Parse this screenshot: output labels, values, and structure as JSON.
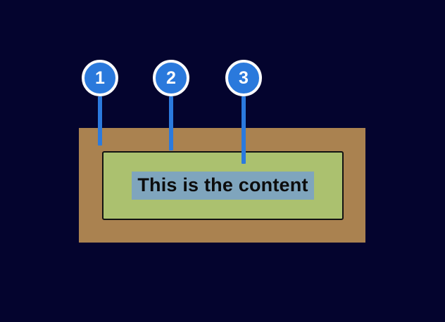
{
  "diagram": {
    "description": "Box model callout diagram",
    "content": {
      "text": "This is the content"
    },
    "callouts": [
      {
        "number": "1",
        "target": "margin-area"
      },
      {
        "number": "2",
        "target": "box-border"
      },
      {
        "number": "3",
        "target": "padding-area"
      }
    ],
    "colors": {
      "background": "#04042e",
      "margin_area": "#aa8250",
      "padding_area": "#abc16f",
      "content_highlight": "#7fa5bd",
      "callout_blue": "#2a79dc",
      "callout_ring_white": "#fcfcfc",
      "box_border_black": "#121212"
    }
  }
}
